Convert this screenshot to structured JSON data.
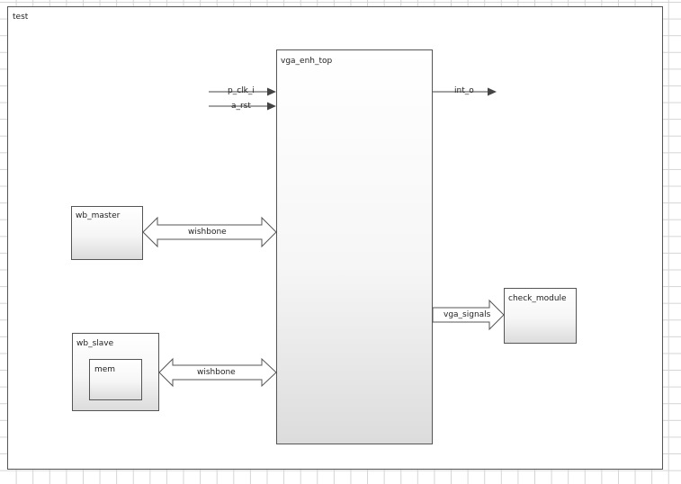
{
  "diagram": {
    "test_block": {
      "label": "test"
    },
    "top_block": {
      "label": "vga_enh_top"
    },
    "master_block": {
      "label": "wb_master"
    },
    "slave_block": {
      "label": "wb_slave"
    },
    "mem_block": {
      "label": "mem"
    },
    "check_block": {
      "label": "check_module"
    },
    "signals": {
      "clk": "p_clk_i",
      "rst": "a_rst",
      "int": "int_o",
      "bus_master": "wishbone",
      "bus_slave": "wishbone",
      "vga": "vga_signals"
    }
  }
}
